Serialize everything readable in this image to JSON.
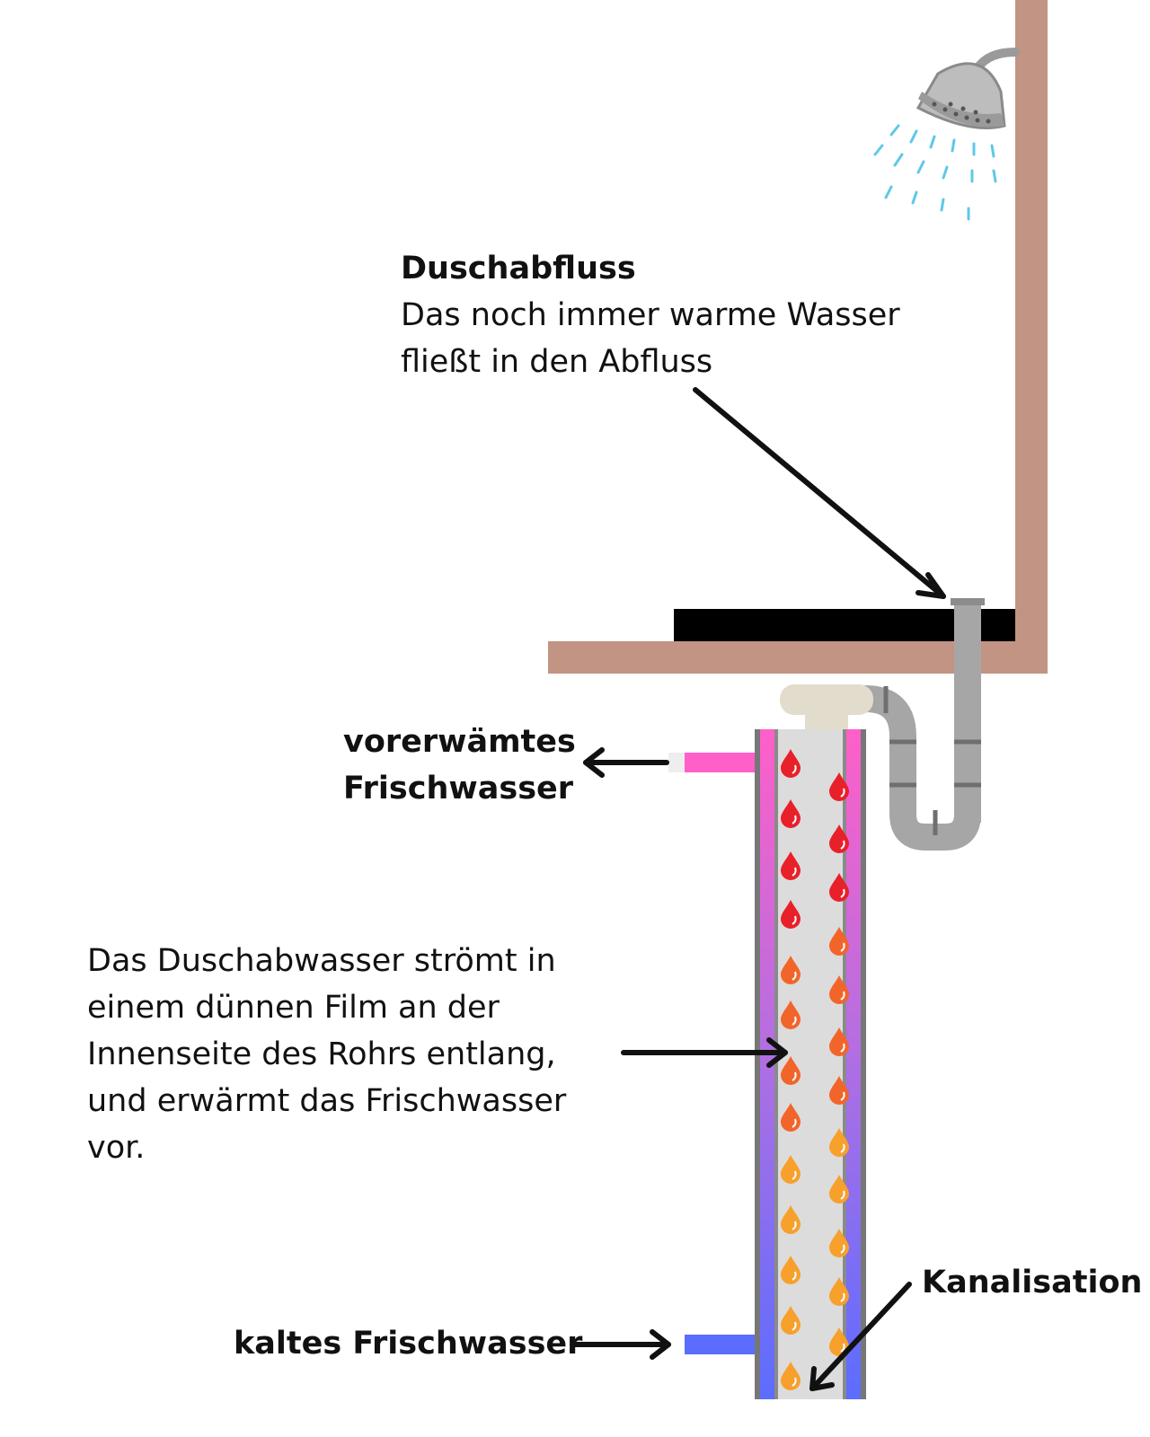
{
  "labels": {
    "drain_title": "Duschabfluss",
    "drain_line1": "Das noch immer warme Wasser",
    "drain_line2": "fließt in den Abfluss",
    "preheated_line1": "vorerwämtes",
    "preheated_line2": "Frischwasser",
    "film_line1": "Das Duschabwasser strömt in",
    "film_line2": "einem dünnen Film an der",
    "film_line3": "Innenseite des Rohrs entlang,",
    "film_line4": "und erwärmt das Frischwasser",
    "film_line5": "vor.",
    "sewer": "Kanalisation",
    "cold_water": "kaltes Frischwasser"
  },
  "icons": {
    "shower_head": "shower-head-icon",
    "water_drop": "water-drop-icon",
    "arrow": "arrow-icon"
  },
  "colors": {
    "wall": "#c29484",
    "floor_tile": "#000000",
    "pipe_gray": "#a6a6a6",
    "pipe_dark": "#777777",
    "fitting": "#e2dccd",
    "exchanger_core": "#dcdcdc",
    "hot_pink": "#ff5fc8",
    "cold_blue": "#5b6dff",
    "spray": "#5ec8e8",
    "drop_red": "#e8202a",
    "drop_orange": "#f2652a",
    "drop_amber": "#f7a02c"
  }
}
